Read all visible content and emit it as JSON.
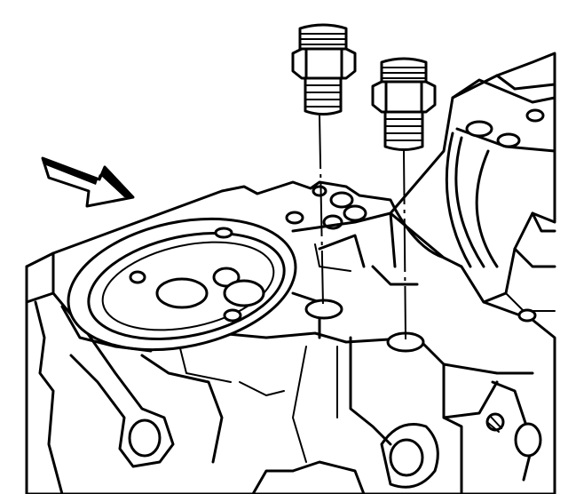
{
  "diagram": {
    "kind": "line-art",
    "parts": [
      "engine-block",
      "oil-passage-plug",
      "oil-passage-plug",
      "direction-arrow"
    ],
    "colors": {
      "ink": "#000000",
      "paper": "#ffffff"
    }
  }
}
